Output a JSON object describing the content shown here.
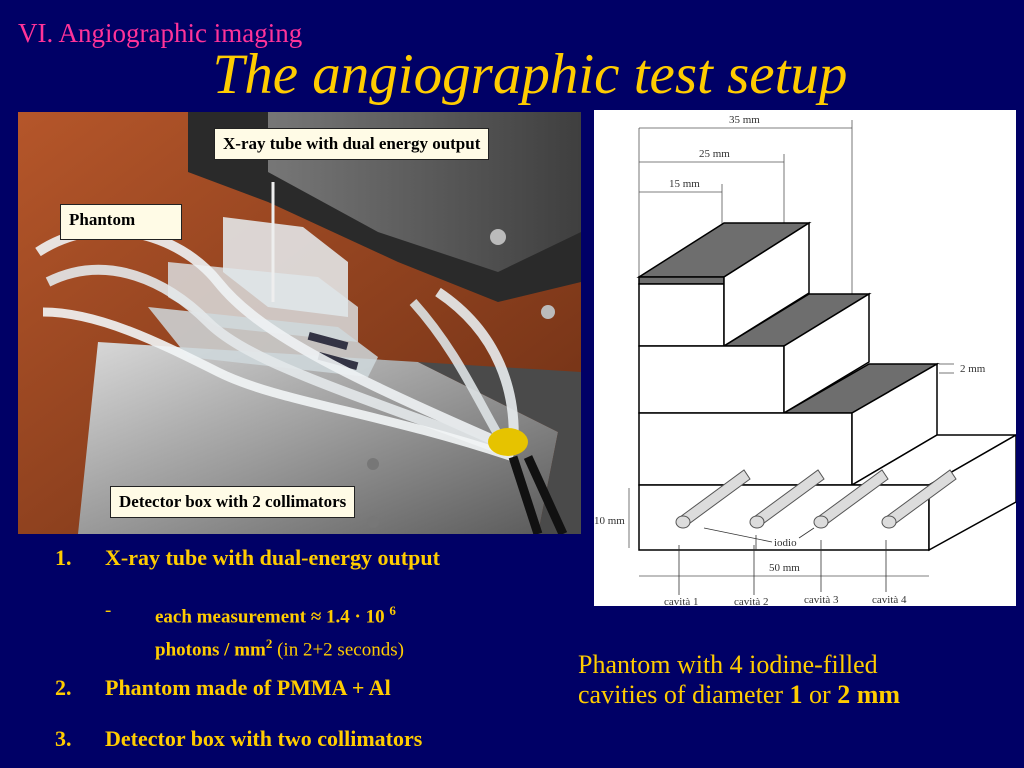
{
  "section_label": "VI. Angiographic imaging",
  "title": "The angiographic test setup",
  "photo": {
    "label_tube": "X-ray tube with dual energy output",
    "label_phantom": "Phantom",
    "label_detector": "Detector box with 2 collimators"
  },
  "diagram": {
    "dim_35": "35 mm",
    "dim_25": "25 mm",
    "dim_15": "15  mm",
    "dim_2": "2 mm",
    "dim_10": "10 mm",
    "dim_50": "50 mm",
    "iodio": "iodio",
    "cav1": "cavità 1",
    "cav2": "cavità 2",
    "cav3": "cavità 3",
    "cav4": "cavità 4"
  },
  "list": {
    "n1": "1.",
    "item1": "X-ray tube with dual-energy output",
    "dash": "-",
    "sub_line1_a": "each measurement ≈ 1.4 · 10",
    "sub_line1_sup": "6",
    "sub_line2_a": "photons / mm",
    "sub_line2_sup": "2",
    "sub_line2_b": "(in 2+2 seconds)",
    "n2": "2.",
    "item2": "Phantom made of  PMMA + Al",
    "n3": "3.",
    "item3": "Detector box with two collimators"
  },
  "caption": {
    "line1": "Phantom with 4 iodine-filled",
    "line2_a": "cavities of diameter",
    "line2_b": "1",
    "line2_c": "or",
    "line2_d": "2 mm"
  }
}
